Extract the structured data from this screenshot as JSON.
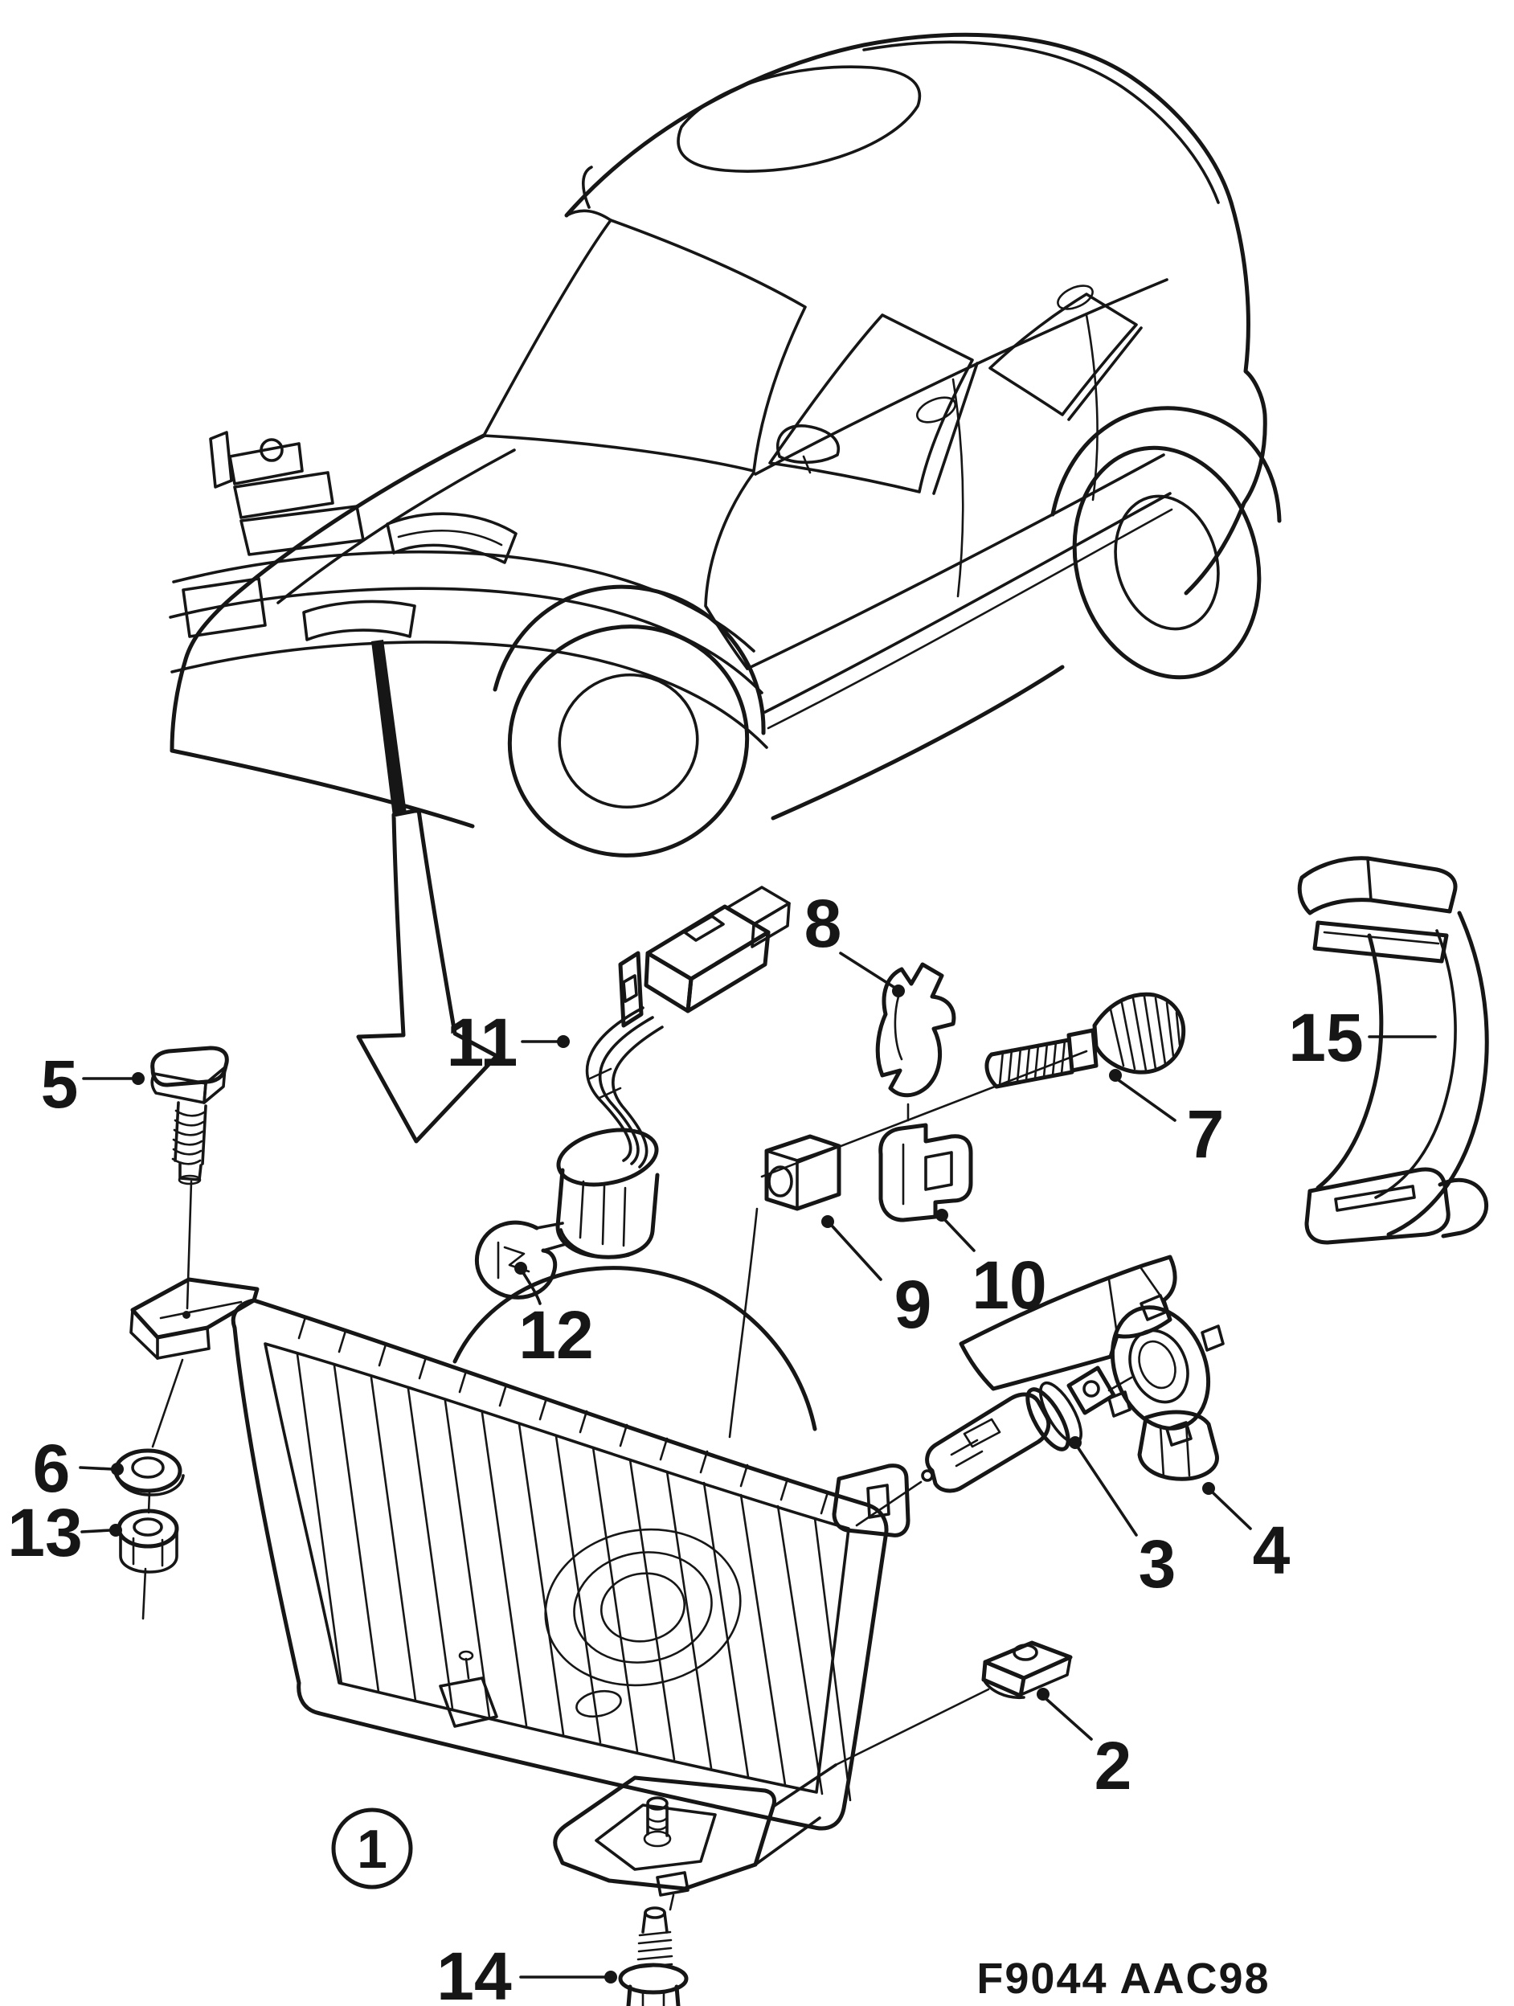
{
  "diagram_code": "F9044 AAC98",
  "callouts": {
    "1": "1",
    "2": "2",
    "3": "3",
    "4": "4",
    "5": "5",
    "6": "6",
    "7": "7",
    "8": "8",
    "9": "9",
    "10": "10",
    "11": "11",
    "12": "12",
    "13": "13",
    "14": "14",
    "15": "15"
  },
  "colors": {
    "ink": "#161616",
    "paper": "#ffffff"
  }
}
